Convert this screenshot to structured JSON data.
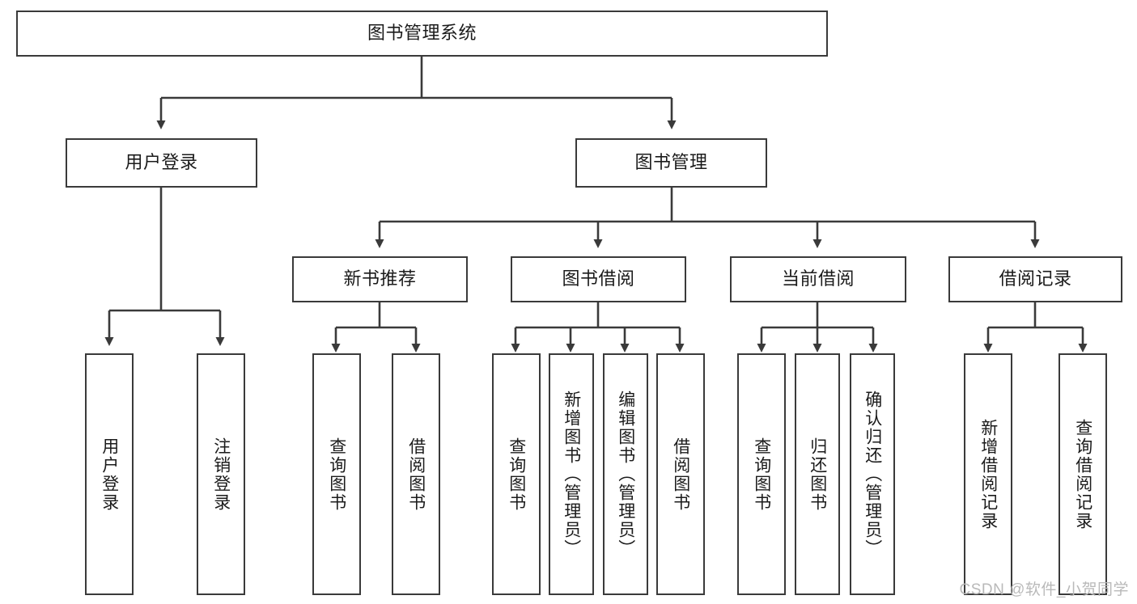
{
  "diagram": {
    "title": "图书管理系统",
    "watermark": "CSDN @软件_小贺同学",
    "line_color": "#3a3a3a",
    "box_fill": "#ffffff",
    "text_color": "#1b1b1b",
    "watermark_color": "#b9b9b9",
    "levels": {
      "root": {
        "label": "图书管理系统"
      },
      "level2": [
        {
          "label": "用户登录"
        },
        {
          "label": "图书管理"
        }
      ],
      "level3": [
        {
          "label": "新书推荐"
        },
        {
          "label": "图书借阅"
        },
        {
          "label": "当前借阅"
        },
        {
          "label": "借阅记录"
        }
      ],
      "level4": {
        "user_login_children": [
          {
            "label": "用户登录"
          },
          {
            "label": "注销登录"
          }
        ],
        "new_book_children": [
          {
            "label": "查询图书"
          },
          {
            "label": "借阅图书"
          }
        ],
        "book_borrow_children": [
          {
            "label": "查询图书"
          },
          {
            "label": "新增图书（管理员）"
          },
          {
            "label": "编辑图书（管理员）"
          },
          {
            "label": "借阅图书"
          }
        ],
        "current_borrow_children": [
          {
            "label": "查询图书"
          },
          {
            "label": "归还图书"
          },
          {
            "label": "确认归还（管理员）"
          }
        ],
        "borrow_record_children": [
          {
            "label": "新增借阅记录"
          },
          {
            "label": "查询借阅记录"
          }
        ]
      }
    }
  }
}
